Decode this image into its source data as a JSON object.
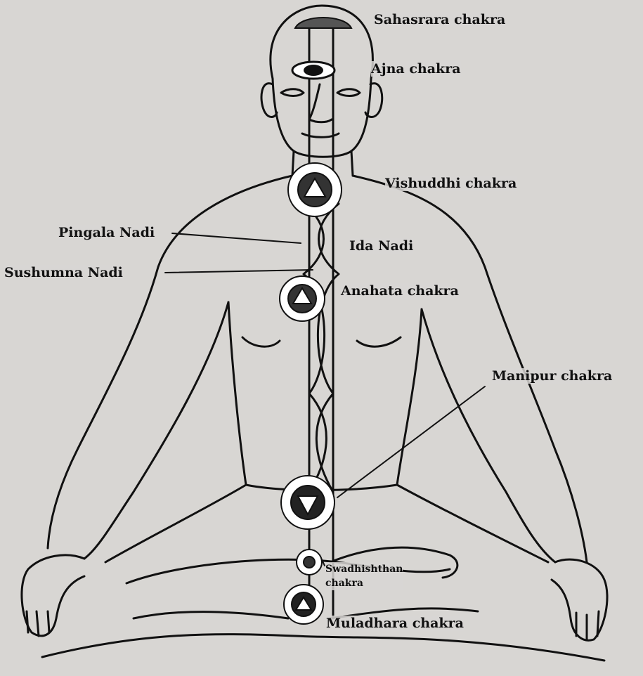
{
  "labels": {
    "sahasrara": "Sahasrara chakra",
    "ajna": "Ajna chakra",
    "vishuddhi": "Vishuddhi chakra",
    "pingala": "Pingala Nadi",
    "ida": "Ida Nadi",
    "sushumna": "Sushumna Nadi",
    "anahata": "Anahata chakra",
    "manipur": "Manipur chakra",
    "swadhishthan_line1": "Swadhishthan",
    "swadhishthan_line2": "chakra",
    "muladhara": "Muladhara chakra"
  },
  "colors": {
    "ink": "#111111",
    "paper": "#d8d6d3"
  }
}
